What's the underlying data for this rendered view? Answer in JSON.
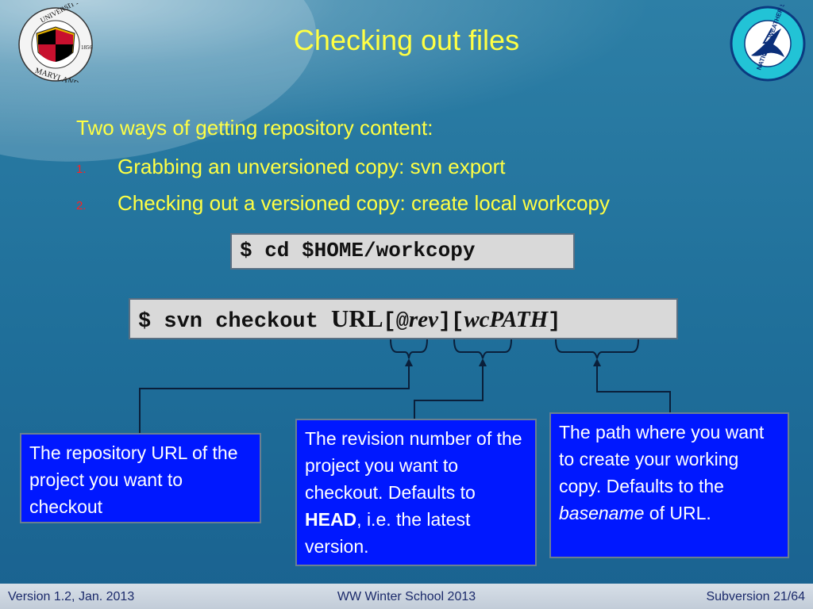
{
  "slide": {
    "title": "Checking out files",
    "intro": "Two ways of getting repository content:",
    "items": [
      {
        "number": "1.",
        "text": "Grabbing an unversioned copy: svn export"
      },
      {
        "number": "2.",
        "text": "Checking out a versioned copy: create local workcopy"
      }
    ]
  },
  "commands": {
    "cd": "$ cd $HOME/workcopy",
    "checkout_prefix": "$ svn checkout ",
    "checkout_url": "URL",
    "checkout_rev_open": "[@",
    "checkout_rev": "rev",
    "checkout_rev_close": "]",
    "checkout_path_open": "[",
    "checkout_path": "wcPATH",
    "checkout_path_close": "]"
  },
  "callouts": {
    "url_text": "The repository URL of the project you want to checkout",
    "rev_text_before": "The revision number of the project you want to checkout. Defaults to ",
    "rev_head": "HEAD",
    "rev_text_after": ", i.e. the latest version.",
    "path_text_before": "The path where you want to create your working copy. Defaults to the ",
    "path_basename": "basename",
    "path_text_after": " of URL."
  },
  "logos": {
    "left_top": "UNIVERSITY OF",
    "left_bottom": "MARYLAND",
    "left_year": "1856",
    "right_text": "NATIONAL WEATHER SERVICE"
  },
  "footer": {
    "left": "Version 1.2, Jan. 2013",
    "center": "WW Winter School 2013",
    "right": "Subversion 21/64"
  },
  "colors": {
    "title": "#ffff44",
    "bullet_number": "#ff2020",
    "callout_bg": "#0018ff",
    "code_bg": "#d9d9d9"
  },
  "icons": [
    "university-seal-icon",
    "nws-logo-icon"
  ]
}
